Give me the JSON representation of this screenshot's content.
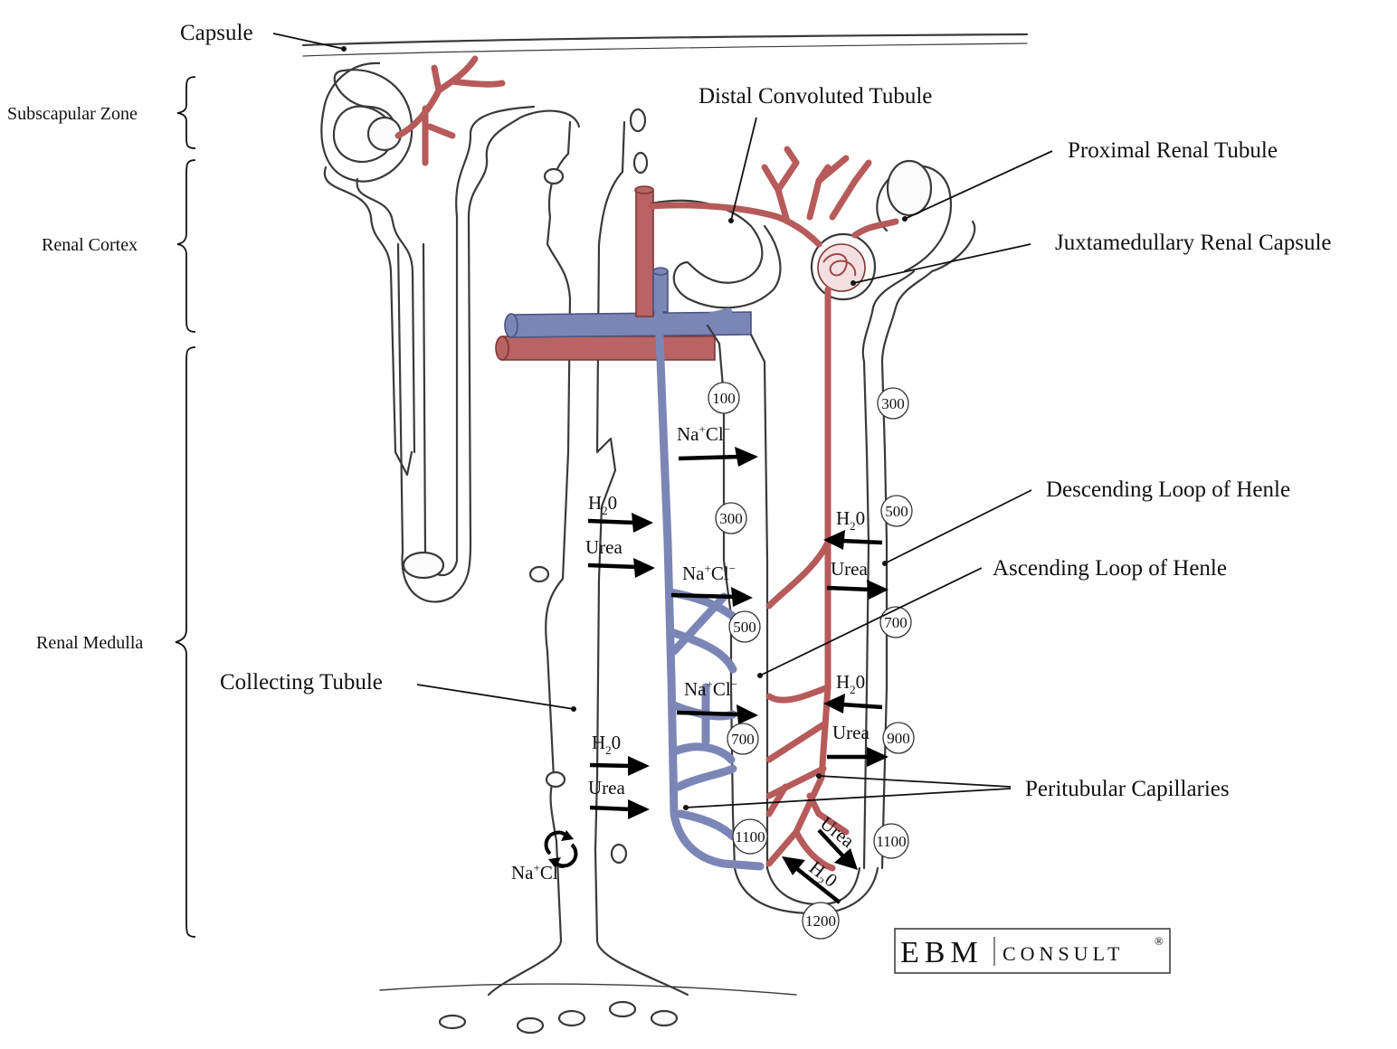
{
  "labels": {
    "capsule": "Capsule",
    "subscapular_zone": "Subscapular Zone",
    "renal_cortex": "Renal Cortex",
    "renal_medulla": "Renal Medulla",
    "distal_convoluted_tubule": "Distal Convoluted Tubule",
    "proximal_renal_tubule": "Proximal Renal Tubule",
    "juxtamedullary_renal_capsule": "Juxtamedullary Renal Capsule",
    "descending_loop_of_henle": "Descending Loop of Henle",
    "ascending_loop_of_henle": "Ascending Loop of Henle",
    "collecting_tubule": "Collecting Tubule",
    "peritubular_capillaries": "Peritubular Capillaries"
  },
  "osmolality": {
    "asc_100": "100",
    "asc_300": "300",
    "asc_500": "500",
    "asc_700": "700",
    "asc_1100": "1100",
    "desc_300": "300",
    "desc_500": "500",
    "desc_700": "700",
    "desc_900": "900",
    "desc_1100": "1100",
    "bottom_1200": "1200"
  },
  "chem": {
    "na": "Na",
    "cl": "Cl",
    "plus": "+",
    "minus": "−",
    "h": "H",
    "two": "2",
    "zero": "0",
    "urea": "Urea"
  },
  "logo": {
    "ebm": "EBM",
    "consult": "CONSULT",
    "registered": "®"
  },
  "colors": {
    "artery": "#b86464",
    "vein": "#7c86b6",
    "outline": "#3a3a3a"
  }
}
